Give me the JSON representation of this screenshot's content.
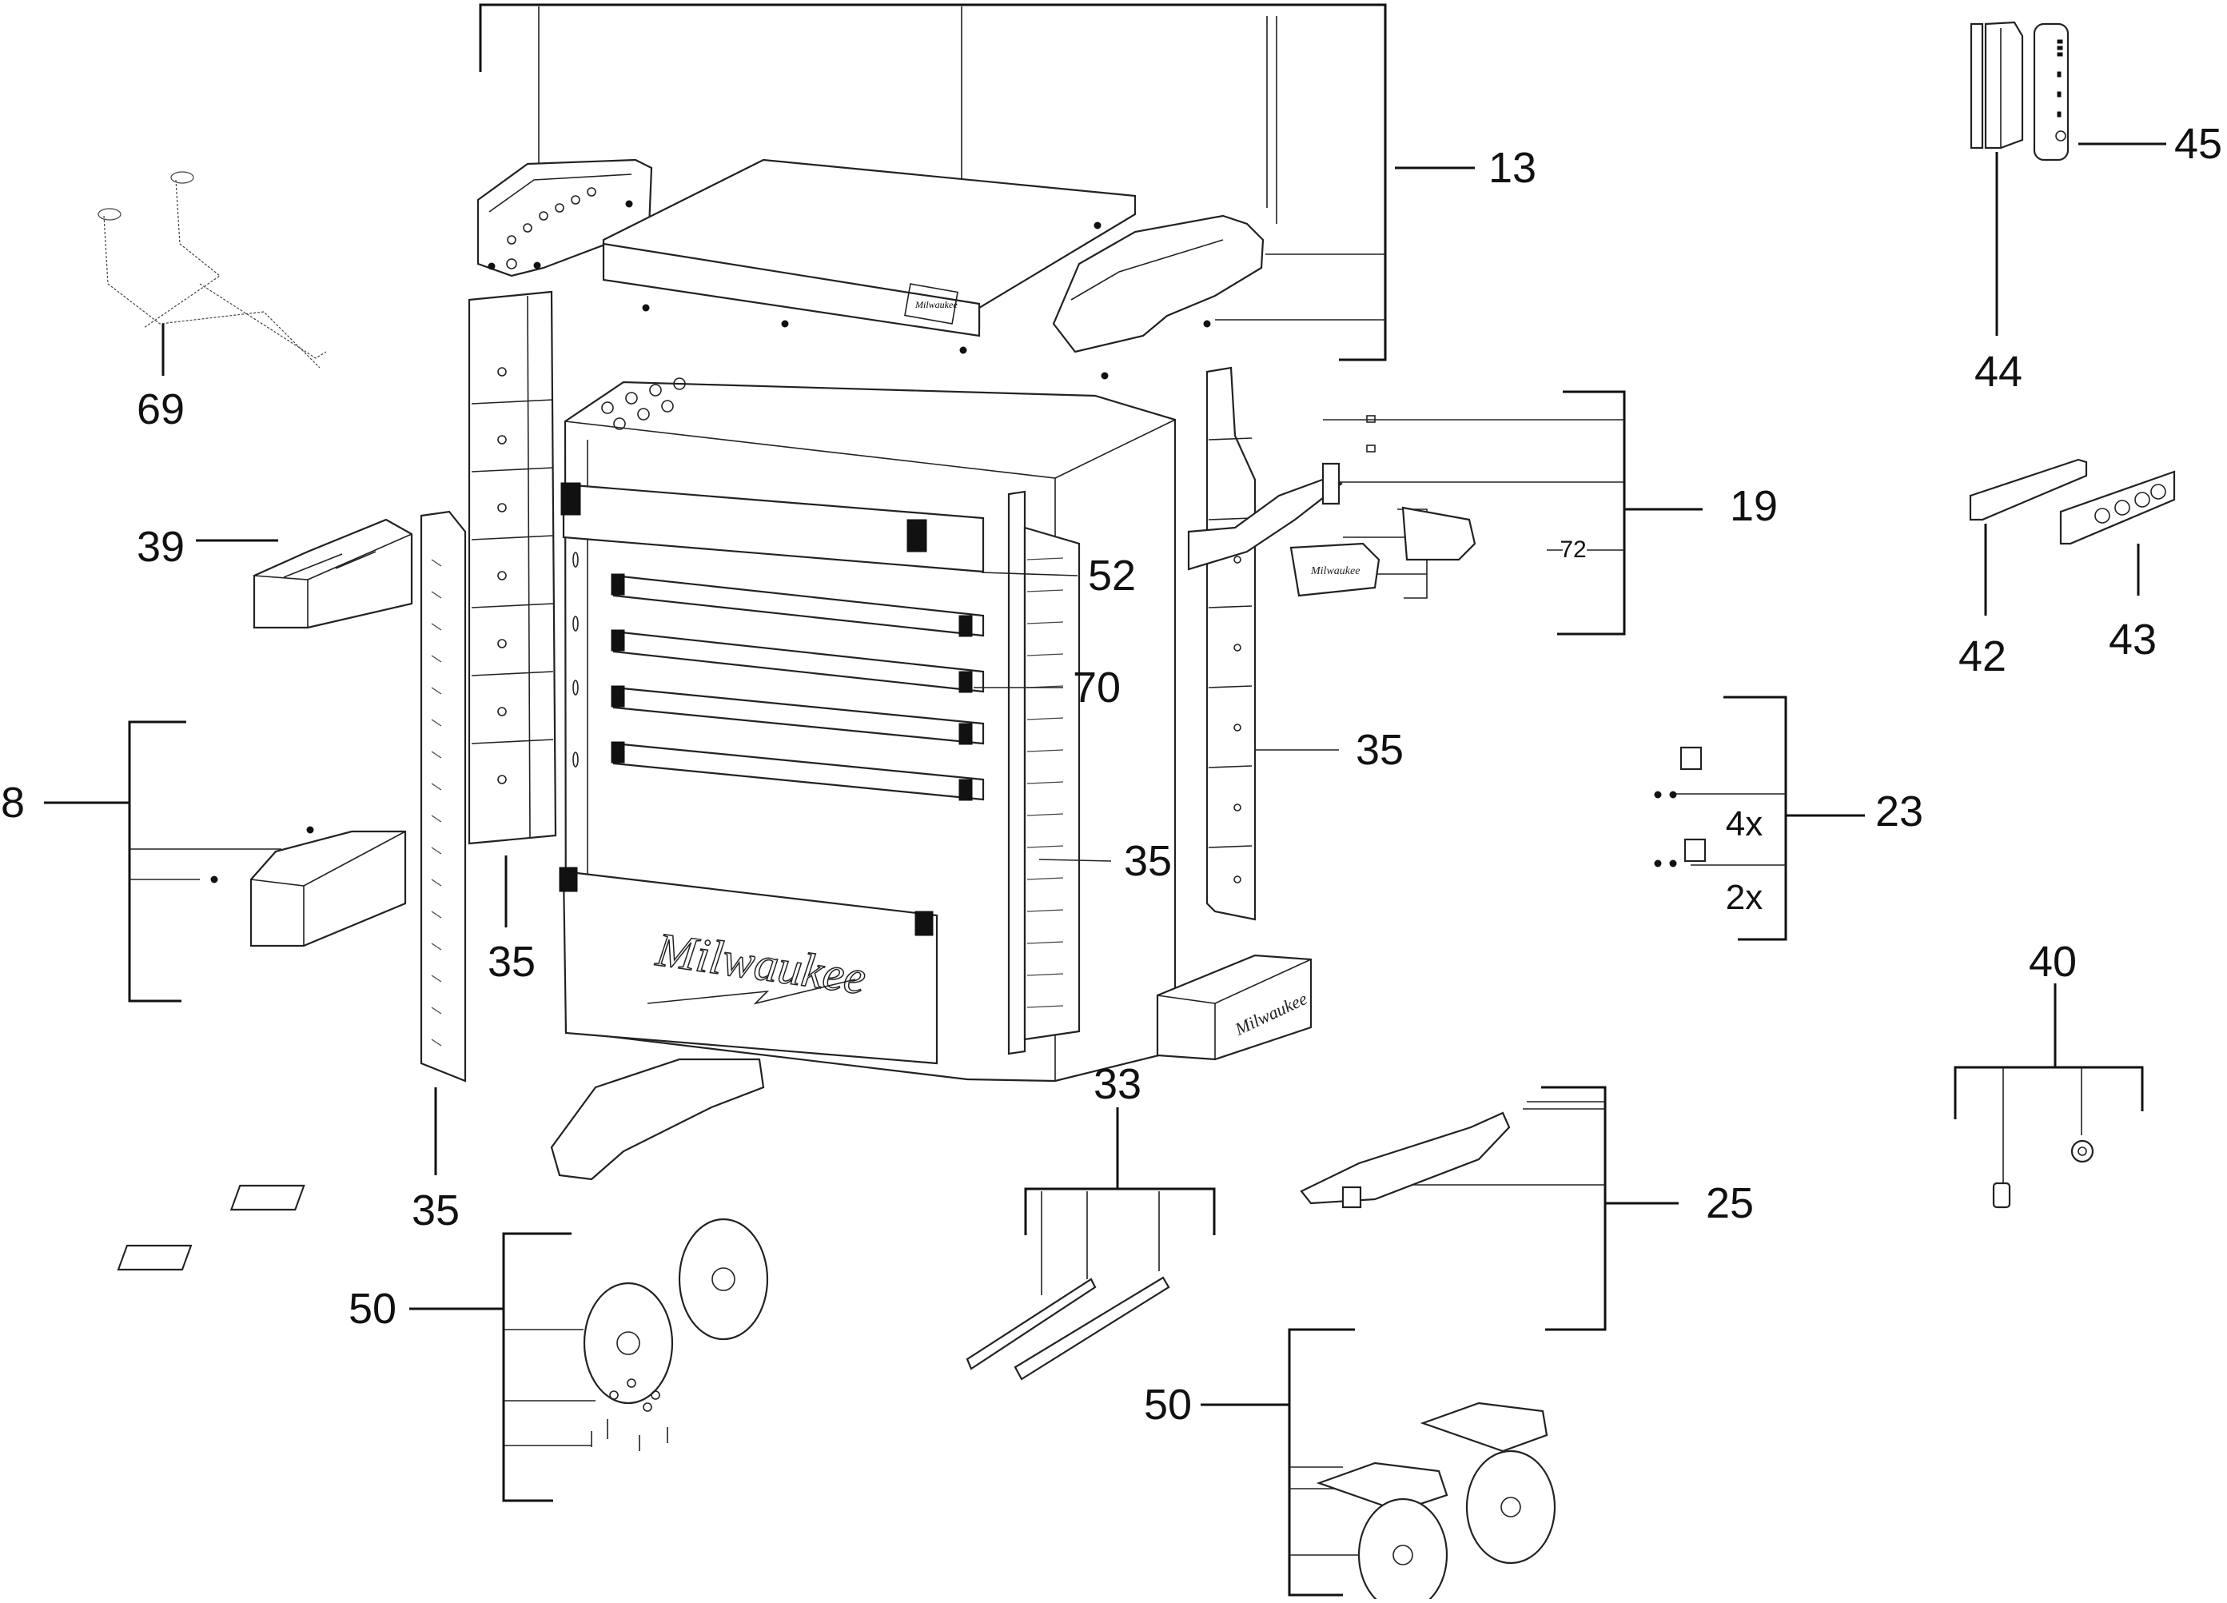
{
  "diagram": {
    "type": "exploded-parts-diagram",
    "subject": "Tool cabinet / roller cart",
    "brand_marks": [
      "Milwaukee",
      "Milwaukee",
      "Milwaukee",
      "Milwaukee"
    ],
    "callouts": [
      {
        "id": "13",
        "label": "13",
        "part": "top tray assembly with side handles"
      },
      {
        "id": "69",
        "label": "69",
        "part": "double tool hook"
      },
      {
        "id": "45",
        "label": "45",
        "part": "vertical power strip"
      },
      {
        "id": "44",
        "label": "44",
        "part": "power strip bracket (vertical)"
      },
      {
        "id": "39",
        "label": "39",
        "part": "divided side bin"
      },
      {
        "id": "19",
        "label": "19",
        "part": "side holder arm assembly"
      },
      {
        "id": "72",
        "label": "72",
        "part": "holder inserts"
      },
      {
        "id": "52",
        "label": "52",
        "part": "drawer"
      },
      {
        "id": "42",
        "label": "42",
        "part": "power strip bracket (horizontal)"
      },
      {
        "id": "43",
        "label": "43",
        "part": "horizontal power strip"
      },
      {
        "id": "70",
        "label": "70",
        "part": "drawer handle caps"
      },
      {
        "id": "35a",
        "label": "35",
        "part": "side rail (right)"
      },
      {
        "id": "8",
        "label": "8",
        "part": "side bin with screws"
      },
      {
        "id": "23",
        "label": "23",
        "part": "hinge/lock bracket kit"
      },
      {
        "id": "35b",
        "label": "35",
        "part": "side rail (front)"
      },
      {
        "id": "40",
        "label": "40",
        "part": "lock and key"
      },
      {
        "id": "35c",
        "label": "35",
        "part": "side rail (left)"
      },
      {
        "id": "33",
        "label": "33",
        "part": "drawer slides"
      },
      {
        "id": "25",
        "label": "25",
        "part": "push handle"
      },
      {
        "id": "35d",
        "label": "35",
        "part": "side rail (left front)"
      },
      {
        "id": "50a",
        "label": "50",
        "part": "fixed casters with hardware"
      },
      {
        "id": "50b",
        "label": "50",
        "part": "swivel casters with brakes"
      }
    ],
    "quantities": [
      {
        "id": "q4",
        "label": "4x"
      },
      {
        "id": "q2",
        "label": "2x"
      }
    ]
  }
}
